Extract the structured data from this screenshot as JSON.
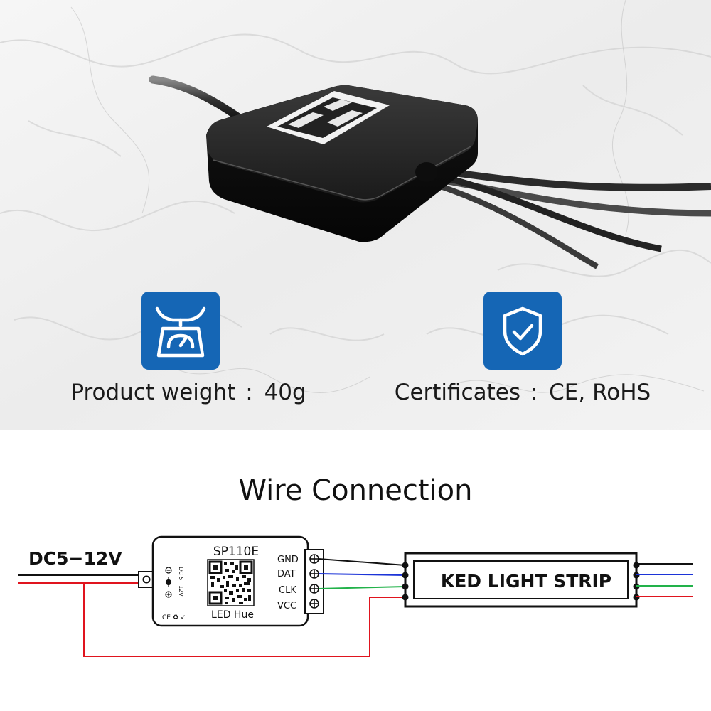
{
  "specs": {
    "weight": {
      "label": "Product weight",
      "sep": ":",
      "value": "40g",
      "icon": "scale-icon"
    },
    "certificates": {
      "label": "Certificates",
      "sep": ":",
      "value": "CE, RoHS",
      "icon": "shield-check-icon"
    }
  },
  "wiring": {
    "title": "Wire Connection",
    "power_label": "DC5−12V",
    "controller": {
      "model": "SP110E",
      "app_name": "LED Hue",
      "voltage_marking": "DC 5−12V",
      "terminals": [
        "GND",
        "DAT",
        "CLK",
        "VCC"
      ],
      "cert_marks": "CE ♻ ✓"
    },
    "strip_label": "KED LIGHT STRIP"
  },
  "colors": {
    "badge_blue": "#1566b5",
    "wire_black": "#111111",
    "wire_red": "#e0141e",
    "wire_blue": "#1c34d8",
    "wire_green": "#22b24a",
    "housing": "#1b1b1b"
  }
}
